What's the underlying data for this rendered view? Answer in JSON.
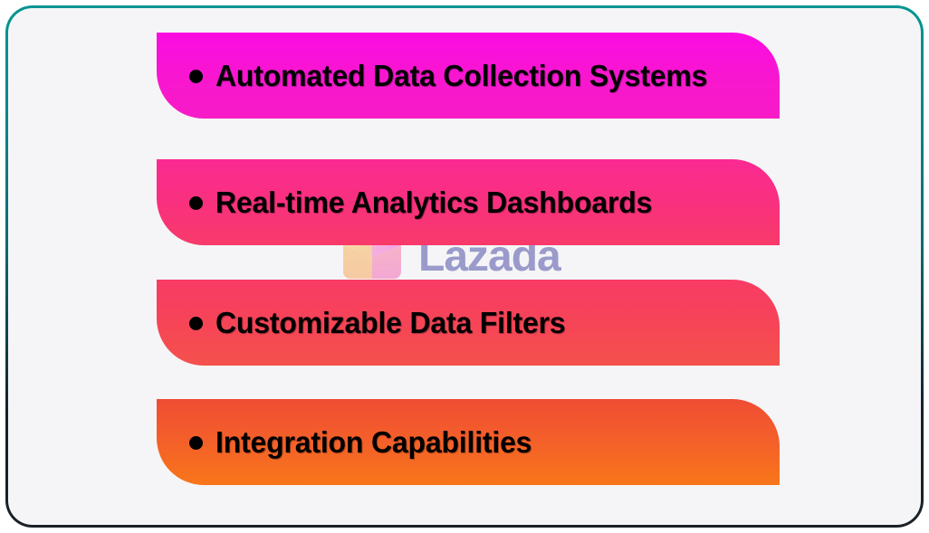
{
  "card": {
    "background_color": "#f5f5f7",
    "border_color_top": "#028a89",
    "border_color_bottom": "#1b2028"
  },
  "watermark": {
    "brand": "Lazada",
    "wordmark_color": "#9999cc",
    "mark_left_color": "#f7d9a0",
    "mark_right_color": "#f4a6e0",
    "mark_icon": "lazada-bag-icon"
  },
  "list": {
    "bullet_icon": "bullet-dot-icon",
    "items": [
      {
        "label": "Automated Data Collection Systems",
        "color_top": "#fb0ce2",
        "color_bottom": "#f71bc6"
      },
      {
        "label": "Real-time Analytics Dashboards",
        "color_top": "#fa2a92",
        "color_bottom": "#f83a6a"
      },
      {
        "label": "Customizable Data Filters",
        "color_top": "#f83b65",
        "color_bottom": "#f4514c"
      },
      {
        "label": "Integration Capabilities",
        "color_top": "#f04c33",
        "color_bottom": "#f8761a"
      }
    ]
  }
}
